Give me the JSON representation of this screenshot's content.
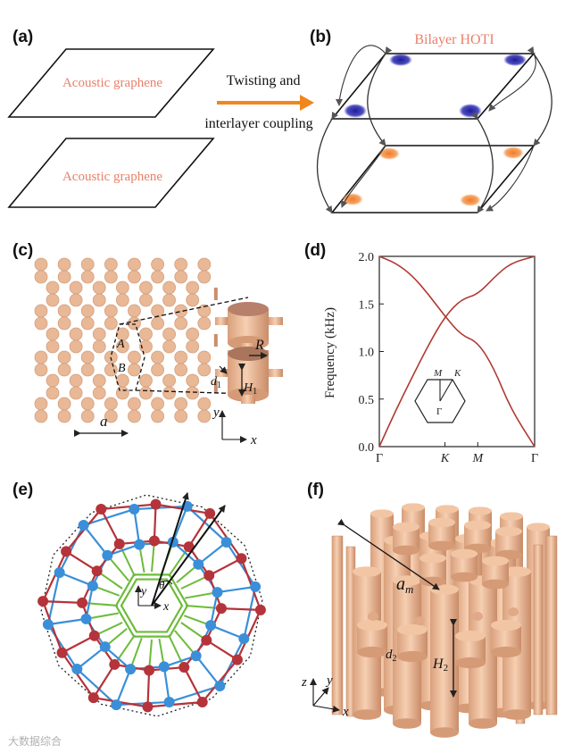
{
  "panels": {
    "a": "(a)",
    "b": "(b)",
    "c": "(c)",
    "d": "(d)",
    "e": "(e)",
    "f": "(f)"
  },
  "panel_a": {
    "top_sheet_label": "Acoustic graphene",
    "bottom_sheet_label": "Acoustic graphene",
    "arrow_label_line1": "Twisting and",
    "arrow_label_line2": "interlayer coupling"
  },
  "panel_b": {
    "title": "Bilayer HOTI",
    "top_spot_color": "#2a2aa8",
    "bottom_spot_color": "#f08a3c"
  },
  "panel_c": {
    "label_a": "a",
    "label_A": "A",
    "label_B": "B",
    "label_R": "R",
    "label_d": "d",
    "label_d_sub": "1",
    "label_H": "H",
    "label_H_sub": "1",
    "axis_y": "y",
    "axis_x": "x",
    "material_color": "#e9b896"
  },
  "chart_data": {
    "type": "line",
    "ylabel": "Frequency (kHz)",
    "xlabel": "",
    "ylim": [
      0.0,
      2.0
    ],
    "yticks": [
      "0.0",
      "0.5",
      "1.0",
      "1.5",
      "2.0"
    ],
    "xticks": [
      "Γ",
      "K",
      "M",
      "Γ"
    ],
    "x": [
      0,
      1,
      1.5,
      2.366
    ],
    "series": [
      {
        "values_x": [
          0,
          0.25,
          0.5,
          0.75,
          1.0,
          1.25,
          1.5,
          1.75,
          2.0,
          2.366
        ],
        "values": [
          0.0,
          0.38,
          0.73,
          1.07,
          1.37,
          1.55,
          1.6,
          1.78,
          1.93,
          2.0
        ]
      },
      {
        "values_x": [
          0,
          0.25,
          0.5,
          0.75,
          1.0,
          1.25,
          1.5,
          1.75,
          2.0,
          2.366
        ],
        "values": [
          2.0,
          1.93,
          1.8,
          1.6,
          1.37,
          1.17,
          1.1,
          0.82,
          0.4,
          0.0
        ]
      }
    ],
    "color": "#b03a32",
    "inset": {
      "M": "M",
      "K": "K",
      "G": "Γ"
    }
  },
  "panel_e": {
    "theta": "θ",
    "axis_y": "y",
    "axis_x": "x",
    "red": "#b5333a",
    "blue": "#3a8fd8",
    "green": "#6dbb3a"
  },
  "panel_f": {
    "a_m": "a",
    "a_m_sub": "m",
    "d2": "d",
    "d2_sub": "2",
    "H2": "H",
    "H2_sub": "2",
    "axis_z": "z",
    "axis_y": "y",
    "axis_x": "x"
  },
  "watermark": "大数据综合"
}
